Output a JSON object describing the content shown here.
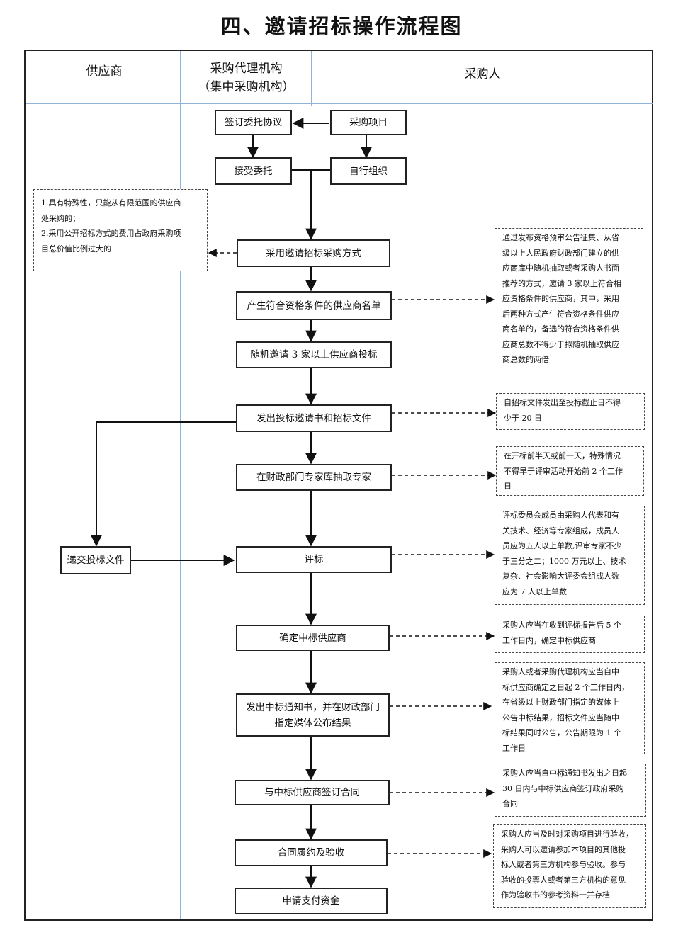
{
  "title": "四、邀请招标操作流程图",
  "lanes": {
    "supplier": "供应商",
    "agency_line1": "采购代理机构",
    "agency_line2": "（集中采购机构）",
    "purchaser": "采购人"
  },
  "boxes": {
    "sign_agreement": "签订委托协议",
    "project": "采购项目",
    "accept": "接受委托",
    "self_org": "自行组织",
    "method": "采用邀请招标采购方式",
    "list": "产生符合资格条件的供应商名单",
    "invite": "随机邀请 3 家以上供应商投标",
    "issue_docs": "发出投标邀请书和招标文件",
    "experts": "在财政部门专家库抽取专家",
    "submit_bid": "递交投标文件",
    "evaluate": "评标",
    "winner": "确定中标供应商",
    "notice_line1": "发出中标通知书，并在财政部门",
    "notice_line2": "指定媒体公布结果",
    "contract": "与中标供应商签订合同",
    "perform": "合同履约及验收",
    "payment": "申请支付资金"
  },
  "notes": {
    "special": [
      "1.具有特殊性，只能从有限范围的供应商",
      "处采购的；",
      "2.采用公开招标方式的费用占政府采购项",
      "目总价值比例过大的"
    ],
    "list_note": [
      "通过发布资格预审公告征集、从省",
      "级以上人民政府财政部门建立的供",
      "应商库中随机抽取或者采购人书面",
      "推荐的方式，邀请 3 家以上符合相",
      "应资格条件的供应商，其中，采用",
      "后两种方式产生符合资格条件供应",
      "商名单的，备选的符合资格条件供",
      "应商总数不得少于拟随机抽取供应",
      "商总数的两倍"
    ],
    "docs_note": [
      "自招标文件发出至投标截止日不得",
      "少于 20 日"
    ],
    "experts_note": [
      "在开标前半天或前一天，特殊情况",
      "不得早于评审活动开始前 2 个工作",
      "日"
    ],
    "evaluate_note": [
      "评标委员会成员由采购人代表和有",
      "关技术、经济等专家组成，成员人",
      "员应为五人以上单数,评审专家不少",
      "于三分之二；1000 万元以上、技术",
      "复杂、社会影响大评委会组成人数",
      "应为 7 人以上单数"
    ],
    "winner_note": [
      "采购人应当在收到评标报告后 5 个",
      "工作日内，确定中标供应商"
    ],
    "notice_note": [
      "采购人或者采购代理机构应当自中",
      "标供应商确定之日起 2 个工作日内，",
      "在省级以上财政部门指定的媒体上",
      "公告中标结果，招标文件应当随中",
      "标结果同时公告，公告期限为 1 个",
      "工作日"
    ],
    "contract_note": [
      "采购人应当自中标通知书发出之日起",
      "30 日内与中标供应商签订政府采购",
      "合同"
    ],
    "perform_note": [
      "采购人应当及时对采购项目进行验收，",
      "采购人可以邀请参加本项目的其他投",
      "标人或者第三方机构参与验收。参与",
      "验收的投票人或者第三方机构的意见",
      "作为验收书的参考资料一并存档"
    ]
  }
}
